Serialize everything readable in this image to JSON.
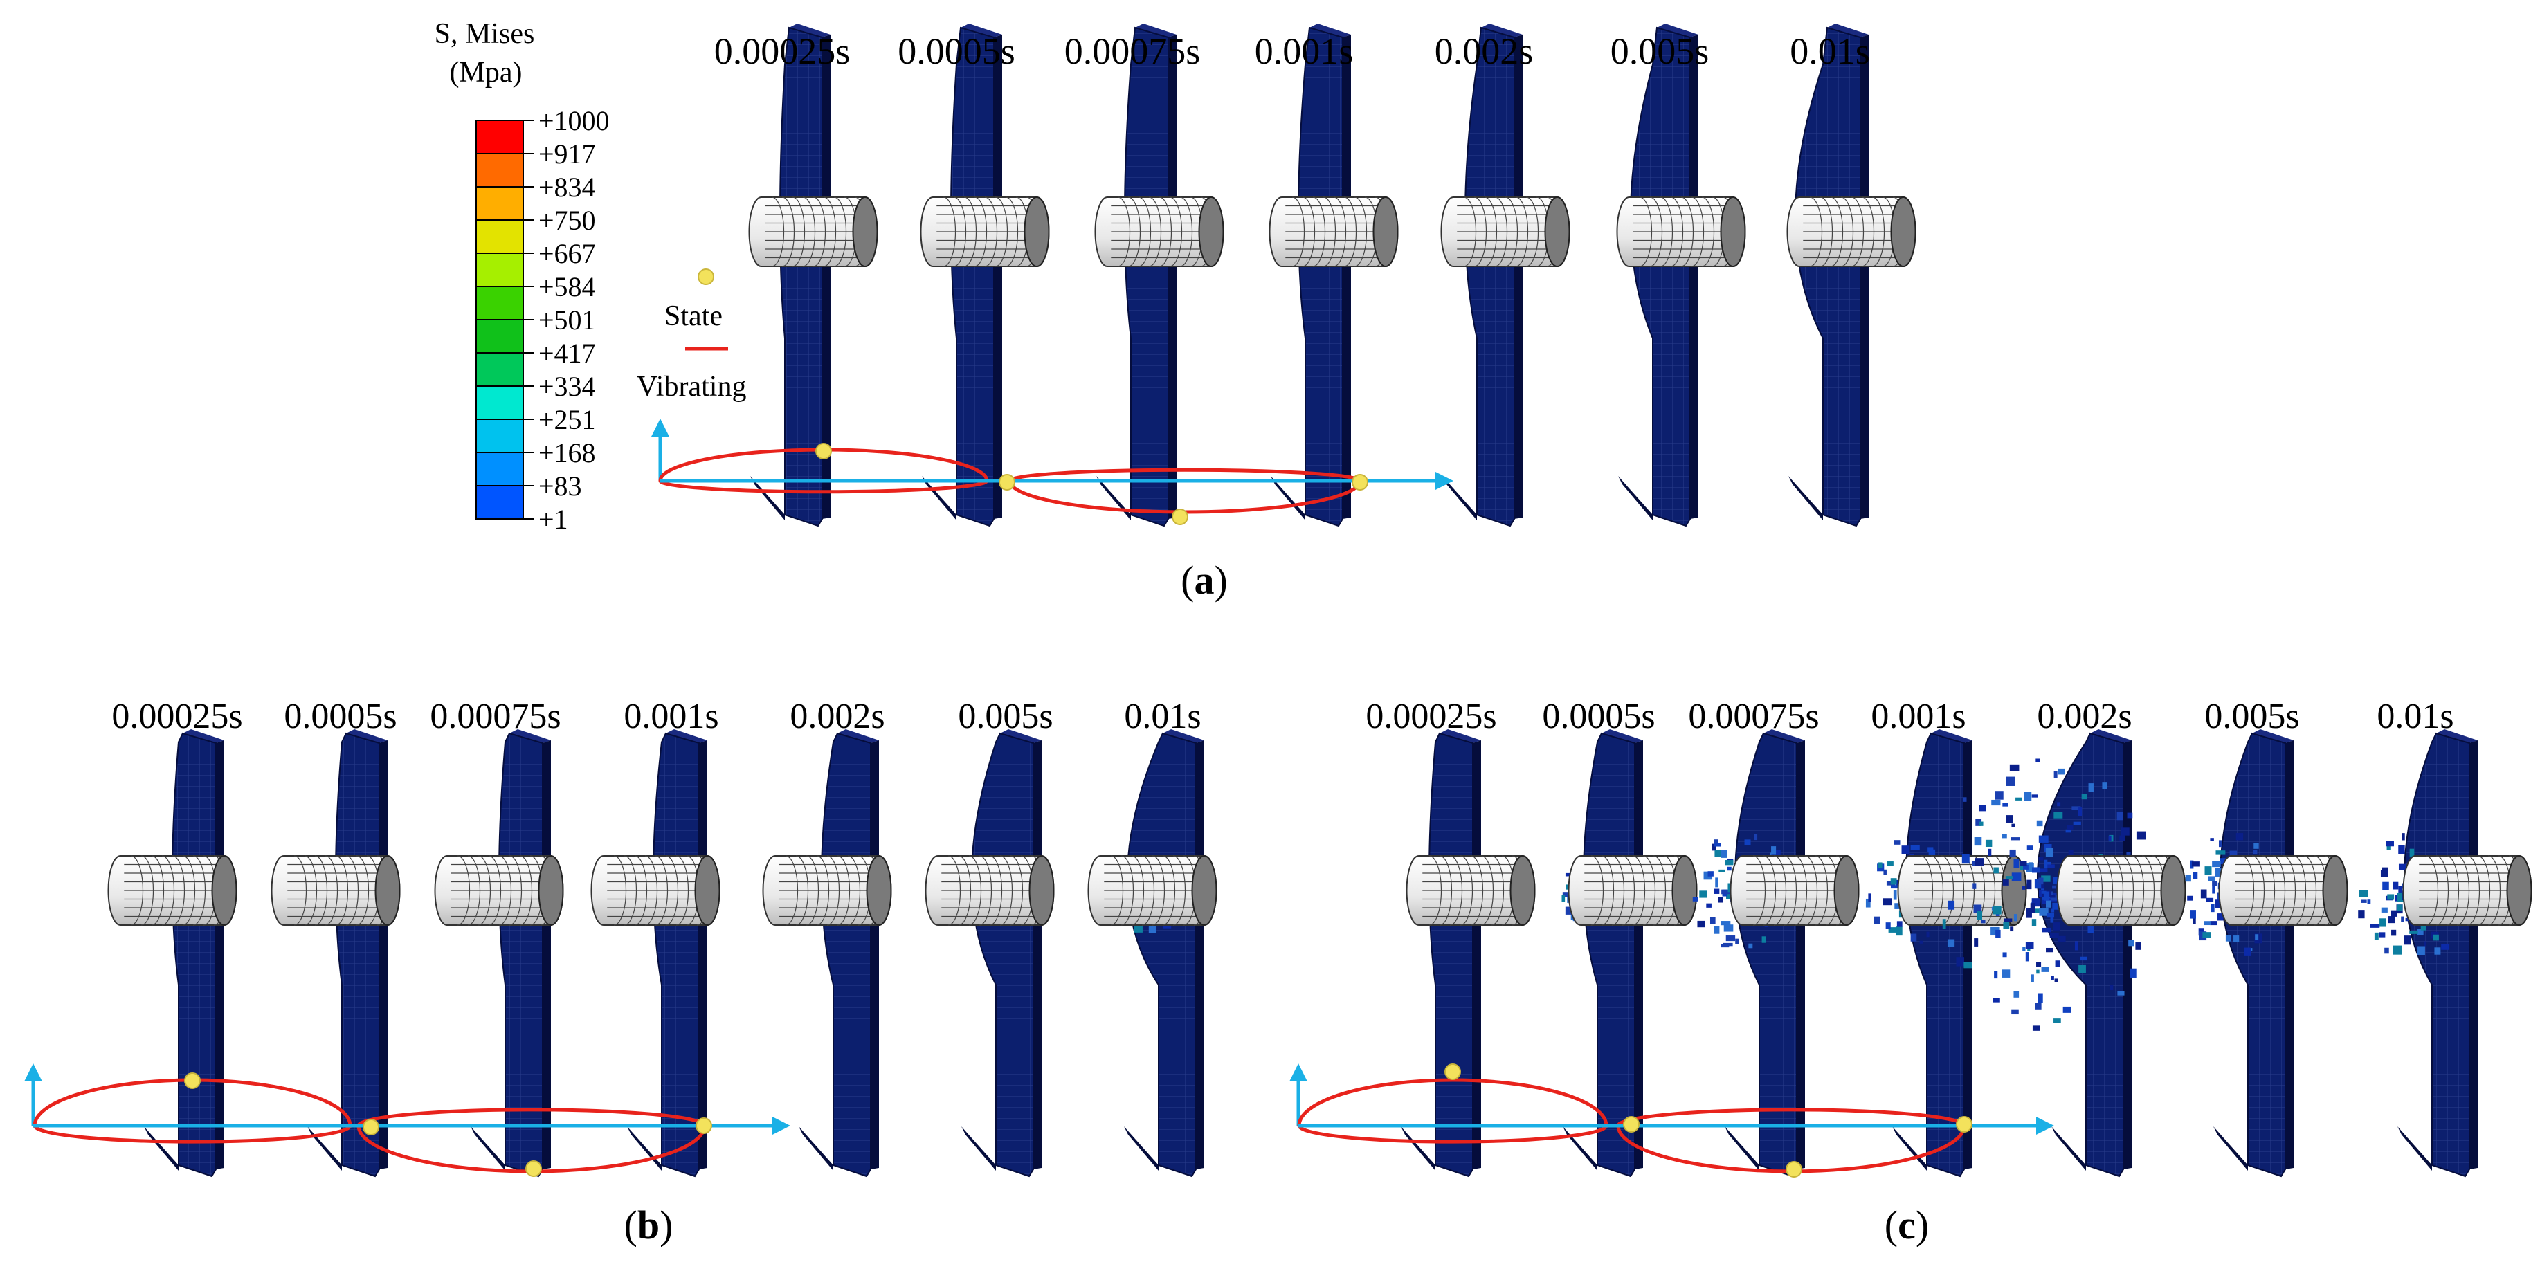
{
  "legend": {
    "title_line1": "S, Mises",
    "title_line2": "(Mpa)",
    "levels": [
      "+1000",
      "+917",
      "+834",
      "+750",
      "+667",
      "+584",
      "+501",
      "+417",
      "+334",
      "+251",
      "+168",
      "+83",
      "+1"
    ],
    "colors": [
      "#ff0000",
      "#ff6a00",
      "#ffae00",
      "#e3e300",
      "#a6ef00",
      "#3ad200",
      "#10c11a",
      "#00c85a",
      "#00e8d0",
      "#00c2ee",
      "#0090ff",
      "#0055ff",
      "#0010e8"
    ]
  },
  "key": {
    "state_label": "State",
    "vibrating_label": "Vibrating",
    "state_color": "#f3e25c",
    "vibrating_color": "#e8231c"
  },
  "colors": {
    "axis": "#1ab0e6",
    "plate": "#0c1f6e",
    "plate_edge": "#050d3c"
  },
  "time_labels": [
    "0.00025s",
    "0.0005s",
    "0.00075s",
    "0.001s",
    "0.002s",
    "0.005s",
    "0.01s"
  ],
  "panels": [
    {
      "caption_letter": "a"
    },
    {
      "caption_letter": "b"
    },
    {
      "caption_letter": "c"
    }
  ]
}
